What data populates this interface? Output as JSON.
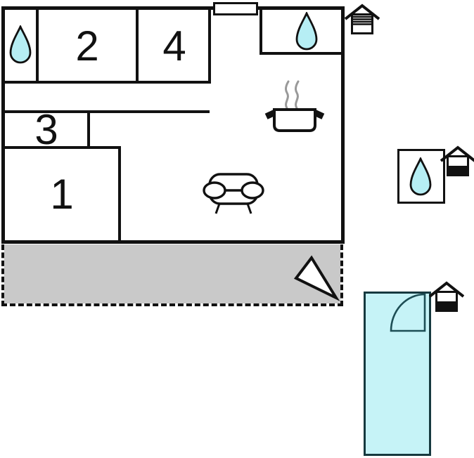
{
  "title": "holiday-home-floor-plan",
  "plan": {
    "rooms": [
      {
        "id": "room-1",
        "label": "1"
      },
      {
        "id": "room-2",
        "label": "2"
      },
      {
        "id": "room-3",
        "label": "3"
      },
      {
        "id": "room-4",
        "label": "4"
      }
    ],
    "icons": [
      "water-drop-icon-main-left",
      "water-drop-icon-main-right",
      "water-drop-icon-detached-bathroom",
      "stove-icon",
      "steam-icon",
      "sofa-icon",
      "north-arrow-icon",
      "house-icon-main-striped-top",
      "house-icon-detached-bathroom-filled-bottom",
      "house-icon-annex-filled-bottom",
      "annex-door-arc",
      "window-marker"
    ],
    "areas": [
      "main-building",
      "terrace",
      "detached-bathroom",
      "annex-building"
    ],
    "colors": {
      "wall": "#111111",
      "water_drop": "#b6eef4",
      "annex_fill": "#c6f3f7",
      "terrace_fill": "#c9c9c9",
      "steam": "#999999"
    }
  }
}
